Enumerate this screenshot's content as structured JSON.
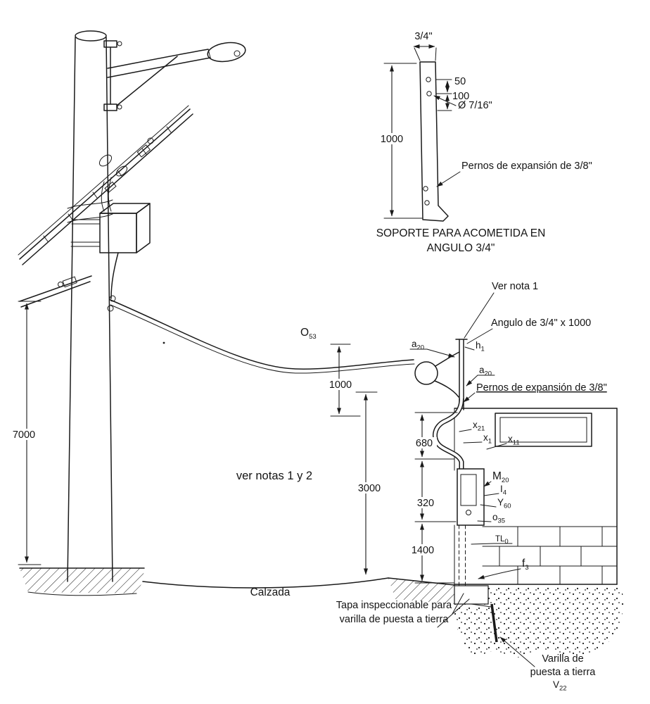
{
  "detail": {
    "width_dim": "3/4\"",
    "dim_50": "50",
    "dim_100": "100",
    "dim_1000": "1000",
    "hole_dia": "Ø 7/16\"",
    "bolts": "Pernos de expansión de 3/8\"",
    "title1": "SOPORTE PARA ACOMETIDA EN",
    "title2": "ANGULO 3/4\""
  },
  "dims": {
    "d7000": "7000",
    "d1000": "1000",
    "d3000": "3000",
    "d680": "680",
    "d320": "320",
    "d1400": "1400"
  },
  "labels": {
    "ver_nota_1": "Ver nota 1",
    "angulo": "Angulo de 3/4\" x 1000",
    "pernos": "Pernos de expansión de 3/8\"",
    "ver_notas": "ver notas 1 y 2",
    "calzada": "Calzada",
    "tapa1": "Tapa inspeccionable para",
    "tapa2": "varilla de puesta a tierra",
    "varilla1": "Varilla de",
    "varilla2": "puesta a tierra"
  },
  "codes": {
    "o53": {
      "m": "O",
      "s": "53"
    },
    "a20a": {
      "m": "a",
      "s": "20"
    },
    "h1": {
      "m": "h",
      "s": "1"
    },
    "a20b": {
      "m": "a",
      "s": "20"
    },
    "x21": {
      "m": "x",
      "s": "21"
    },
    "x1": {
      "m": "x",
      "s": "1"
    },
    "x11": {
      "m": "x",
      "s": "11"
    },
    "m20": {
      "m": "M",
      "s": "20"
    },
    "i4": {
      "m": "I",
      "s": "4"
    },
    "y60": {
      "m": "Y",
      "s": "60"
    },
    "o35": {
      "m": "o",
      "s": "35"
    },
    "tl0": {
      "m": "TL",
      "s": "0"
    },
    "f3": {
      "m": "f",
      "s": "3"
    },
    "v22": {
      "m": "V",
      "s": "22"
    }
  },
  "colors": {
    "ink": "#1a1a1a",
    "paper": "#ffffff"
  }
}
